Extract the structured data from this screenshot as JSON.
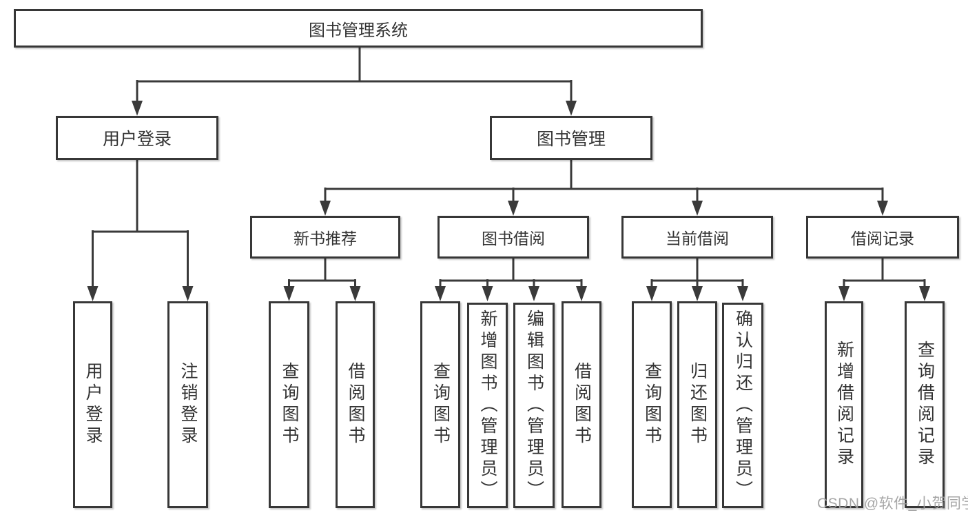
{
  "diagram_title": "图书管理系统",
  "nodes": {
    "root": {
      "label": "图书管理系统"
    },
    "user_login": {
      "label": "用户登录"
    },
    "book_mgmt": {
      "label": "图书管理"
    },
    "login_leaf": {
      "label": "用户登录"
    },
    "logout_leaf": {
      "label": "注销登录"
    },
    "rec": {
      "label": "新书推荐"
    },
    "borrow": {
      "label": "图书借阅"
    },
    "current": {
      "label": "当前借阅"
    },
    "records": {
      "label": "借阅记录"
    },
    "rec_query": {
      "label": "查询图书"
    },
    "rec_borrow": {
      "label": "借阅图书"
    },
    "bor_query": {
      "label": "查询图书"
    },
    "bor_add": {
      "label": "新增图书（管理员）"
    },
    "bor_edit": {
      "label": "编辑图书（管理员）"
    },
    "bor_borrow": {
      "label": "借阅图书"
    },
    "cur_query": {
      "label": "查询图书"
    },
    "cur_return": {
      "label": "归还图书"
    },
    "cur_confirm": {
      "label": "确认归还（管理员）"
    },
    "rcd_add": {
      "label": "新增借阅记录"
    },
    "rcd_query": {
      "label": "查询借阅记录"
    }
  },
  "edges": [
    [
      "root",
      "user_login"
    ],
    [
      "root",
      "book_mgmt"
    ],
    [
      "user_login",
      "login_leaf"
    ],
    [
      "user_login",
      "logout_leaf"
    ],
    [
      "book_mgmt",
      "rec"
    ],
    [
      "book_mgmt",
      "borrow"
    ],
    [
      "book_mgmt",
      "current"
    ],
    [
      "book_mgmt",
      "records"
    ],
    [
      "rec",
      "rec_query"
    ],
    [
      "rec",
      "rec_borrow"
    ],
    [
      "borrow",
      "bor_query"
    ],
    [
      "borrow",
      "bor_add"
    ],
    [
      "borrow",
      "bor_edit"
    ],
    [
      "borrow",
      "bor_borrow"
    ],
    [
      "current",
      "cur_query"
    ],
    [
      "current",
      "cur_return"
    ],
    [
      "current",
      "cur_confirm"
    ],
    [
      "records",
      "rcd_add"
    ],
    [
      "records",
      "rcd_query"
    ]
  ],
  "watermark": {
    "text": "CSDN @软件_小贺同学",
    "color": "#9f9f9f"
  },
  "colors": {
    "background": "#ffffff",
    "line": "#3a3a3a",
    "box_border": "#373737",
    "text": "#333333"
  }
}
